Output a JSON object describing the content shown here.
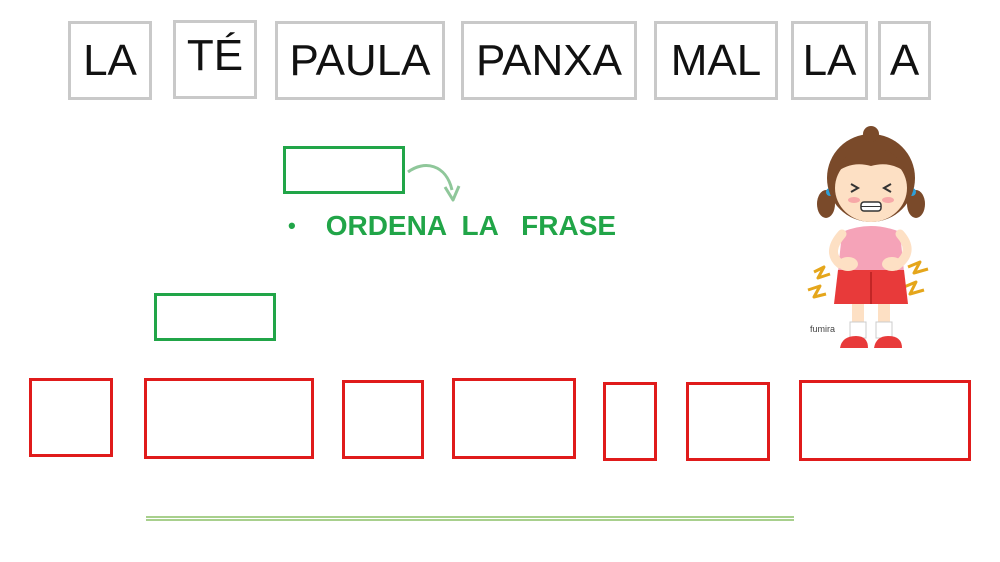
{
  "word_tiles": [
    {
      "label": "LA"
    },
    {
      "label": "TÉ"
    },
    {
      "label": "PAULA"
    },
    {
      "label": "PANXA"
    },
    {
      "label": "MAL"
    },
    {
      "label": "LA"
    },
    {
      "label": "A"
    }
  ],
  "instruction": {
    "bullet": "•",
    "text": "ORDENA  LA   FRASE"
  },
  "illustration": {
    "signature": "fumira"
  },
  "colors": {
    "tile_border": "#c9c9c9",
    "slot_border": "#e01b1b",
    "accent_green": "#21a548",
    "answer_line": "#a8d08d"
  }
}
